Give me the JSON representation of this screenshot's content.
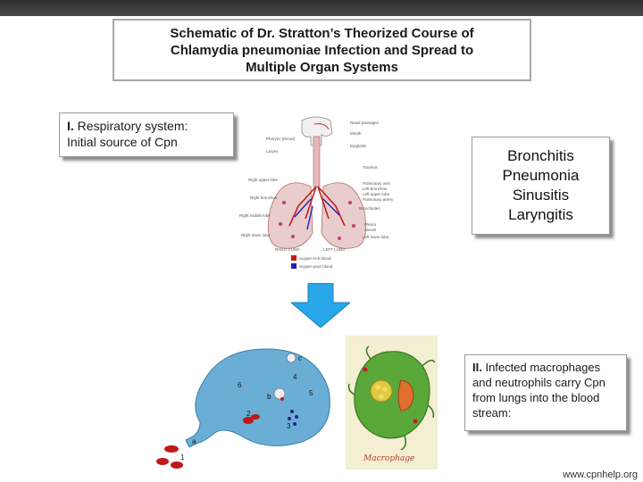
{
  "title": {
    "lines": [
      "Schematic of Dr. Stratton’s Theorized Course of",
      "Chlamydia pneumoniae Infection and Spread to",
      "Multiple Organ Systems"
    ]
  },
  "respiratory": {
    "numeral": "I.",
    "heading": "Respiratory system:",
    "subtext": "Initial source of Cpn"
  },
  "diseases": [
    "Bronchitis",
    "Pneumonia",
    "Sinusitis",
    "Laryngitis"
  ],
  "macrophages": {
    "numeral": "II.",
    "text": "Infected macrophages and neutrophils carry Cpn from lungs into the blood stream:"
  },
  "lung_figure": {
    "labels_right": [
      "Nasal passages",
      "Mouth",
      "Epiglottis",
      "Trachea",
      "Pulmonary vein",
      "Left bronchus",
      "Left upper lobe",
      "Pulmonary artery",
      "Bronchioles",
      "Pleura",
      "Alveoli",
      "Left lower lobe"
    ],
    "labels_left": [
      "Pharynx (throat)",
      "Larynx",
      "Right upper lobe",
      "Right bronchus",
      "Right middle lobe",
      "Right lower lobe"
    ],
    "bottom_labels": [
      "RIGHT LUNG",
      "LEFT LUNG"
    ],
    "legend": [
      "oxygen-rich blood",
      "oxygen-poor blood"
    ],
    "colors": {
      "oxygen_rich": "#d01818",
      "oxygen_poor": "#2020b0"
    }
  },
  "cell_figure": {
    "letters": [
      "a",
      "b",
      "c"
    ],
    "numbers": [
      "1",
      "2",
      "3",
      "4",
      "5",
      "6"
    ],
    "color": "#6aaed6"
  },
  "macrophage_art": {
    "signature": "Macrophage"
  },
  "arrow": {
    "color": "#29a6e8"
  },
  "watermark": "www.cpnhelp.org"
}
